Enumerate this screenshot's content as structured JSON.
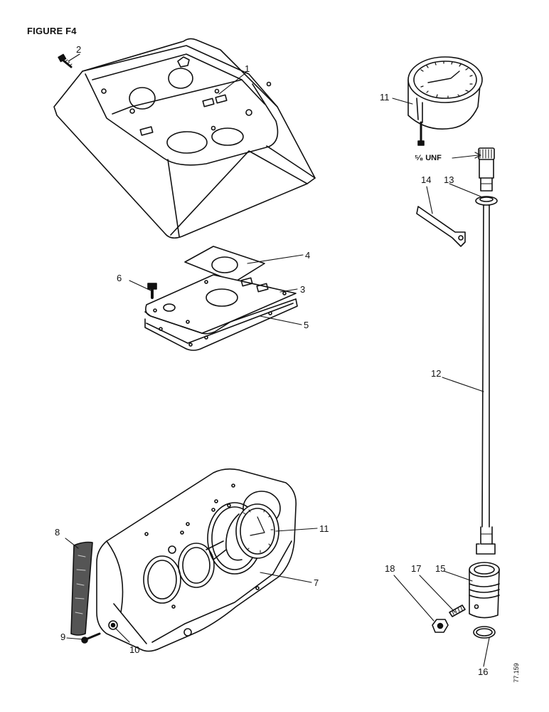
{
  "figure": {
    "title": "FIGURE F4",
    "thread_note": "⁵⁄₈ UNF",
    "drawing_ref": "77.159"
  },
  "callouts": {
    "c1": "1",
    "c2": "2",
    "c3": "3",
    "c4": "4",
    "c5": "5",
    "c6": "6",
    "c7": "7",
    "c8": "8",
    "c9": "9",
    "c10": "10",
    "c11a": "11",
    "c11b": "11",
    "c12": "12",
    "c13": "13",
    "c14": "14",
    "c15": "15",
    "c16": "16",
    "c17": "17",
    "c18": "18"
  }
}
